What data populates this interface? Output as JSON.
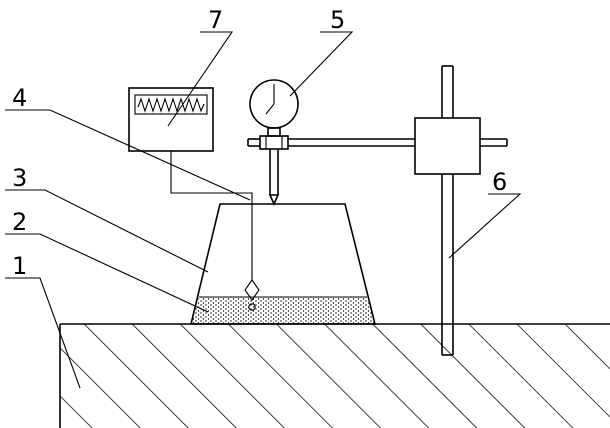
{
  "labels": {
    "ground": "1",
    "bottom_layer": "2",
    "sample_body": "3",
    "probe": "4",
    "dial_gauge": "5",
    "support_rod": "6",
    "recorder": "7"
  }
}
